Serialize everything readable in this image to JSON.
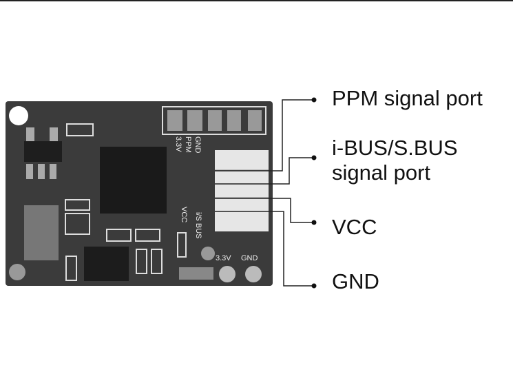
{
  "labels": {
    "ppm": "PPM signal port",
    "ibus_line1": "i-BUS/S.BUS",
    "ibus_line2": "signal port",
    "vcc": "VCC",
    "gnd": "GND"
  },
  "silkscreen": {
    "gnd": "GND",
    "ppm": "PPM",
    "v33": "3.3V",
    "vcc": "VCC",
    "ibus": "i/S BUS",
    "v33b": "3.3V",
    "gndb": "GND"
  },
  "colors": {
    "board": "#3a3a3a",
    "silk": "#e8e8e8",
    "line": "#222222"
  }
}
